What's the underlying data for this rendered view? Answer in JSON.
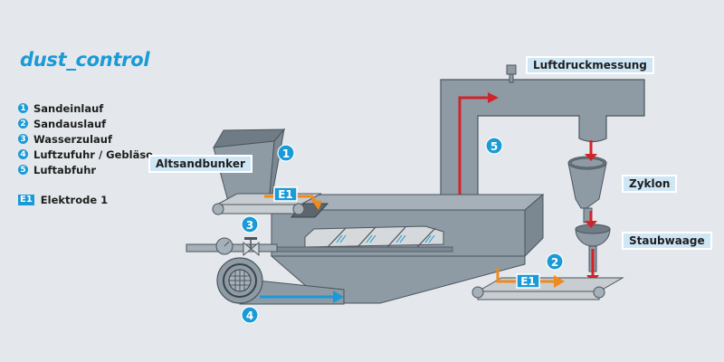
{
  "title": "dust_control",
  "legend": {
    "items": [
      {
        "number": "1",
        "label": "Sandeinlauf"
      },
      {
        "number": "2",
        "label": "Sandauslauf"
      },
      {
        "number": "3",
        "label": "Wasserzulauf"
      },
      {
        "number": "4",
        "label": "Luftzufuhr / Gebläse"
      },
      {
        "number": "5",
        "label": "Luftabfuhr"
      }
    ],
    "electrode": {
      "badge": "E1",
      "label": "Elektrode 1"
    }
  },
  "labels": {
    "altsandbunker": "Altsandbunker",
    "luftdruckmessung": "Luftdruckmessung",
    "zyklon": "Zyklon",
    "staubwaage": "Staubwaage"
  },
  "markers": {
    "m1": "1",
    "m2": "2",
    "m3": "3",
    "m4": "4",
    "m5": "5",
    "e1_top": "E1",
    "e1_bottom": "E1"
  },
  "colors": {
    "background": "#e4e8ec",
    "accent_blue": "#1a9ad6",
    "machine_gray": "#8e9ba5",
    "sand_flow_orange": "#f08a1c",
    "air_exhaust_red": "#d2232a",
    "air_supply_blue": "#1a9ad6",
    "label_fill": "#cfe6f5"
  }
}
